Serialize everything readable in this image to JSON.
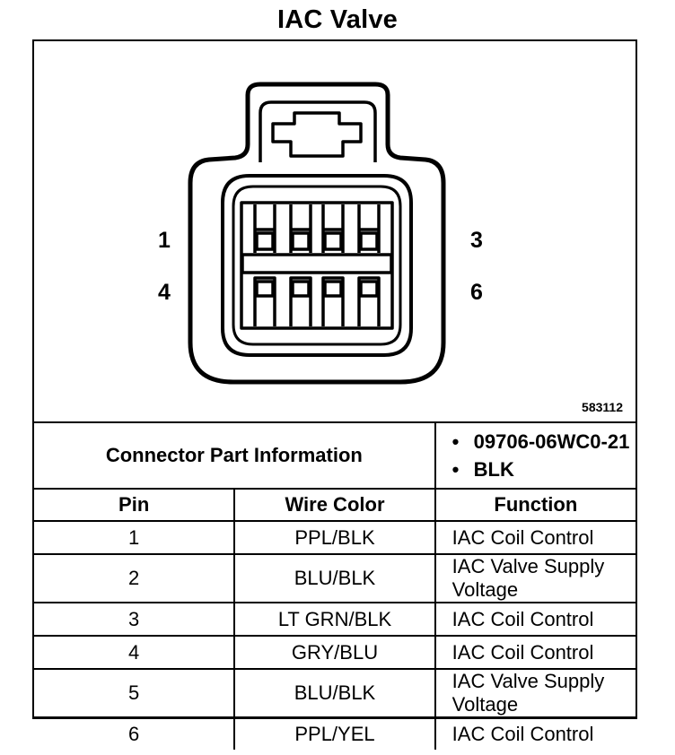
{
  "title": "IAC Valve",
  "figure": {
    "ref_number": "583112",
    "pin_labels": {
      "pin1": "1",
      "pin3": "3",
      "pin4": "4",
      "pin6": "6"
    }
  },
  "connector_part": {
    "label": "Connector Part Information",
    "values": [
      "09706-06WC0-21",
      "BLK"
    ]
  },
  "table": {
    "headers": {
      "pin": "Pin",
      "wire": "Wire Color",
      "function": "Function"
    },
    "rows": [
      {
        "pin": "1",
        "wire": "PPL/BLK",
        "function": "IAC Coil Control"
      },
      {
        "pin": "2",
        "wire": "BLU/BLK",
        "function": "IAC Valve Supply Voltage"
      },
      {
        "pin": "3",
        "wire": "LT GRN/BLK",
        "function": "IAC Coil Control"
      },
      {
        "pin": "4",
        "wire": "GRY/BLU",
        "function": "IAC Coil Control"
      },
      {
        "pin": "5",
        "wire": "BLU/BLK",
        "function": "IAC Valve Supply Voltage"
      },
      {
        "pin": "6",
        "wire": "PPL/YEL",
        "function": "IAC Coil Control"
      }
    ]
  }
}
